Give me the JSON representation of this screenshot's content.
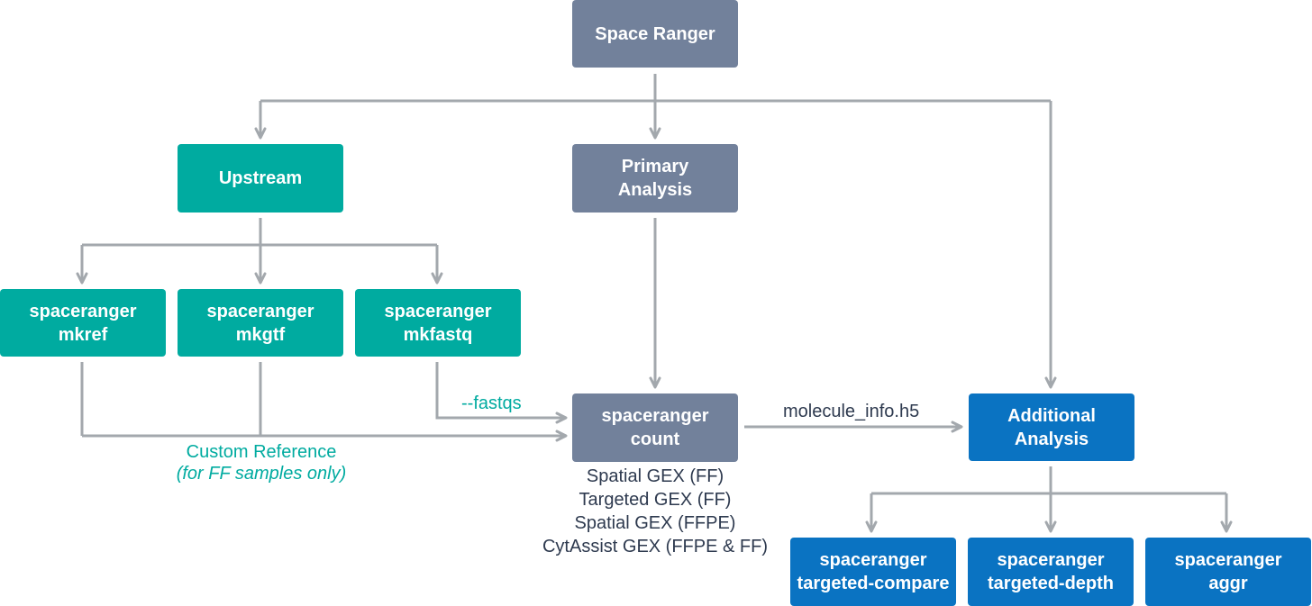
{
  "nodes": {
    "space_ranger": {
      "lines": [
        "Space Ranger"
      ]
    },
    "upstream": {
      "lines": [
        "Upstream"
      ]
    },
    "primary": {
      "lines": [
        "Primary",
        "Analysis"
      ]
    },
    "mkref": {
      "lines": [
        "spaceranger",
        "mkref"
      ]
    },
    "mkgtf": {
      "lines": [
        "spaceranger",
        "mkgtf"
      ]
    },
    "mkfastq": {
      "lines": [
        "spaceranger",
        "mkfastq"
      ]
    },
    "count": {
      "lines": [
        "spaceranger",
        "count"
      ]
    },
    "additional": {
      "lines": [
        "Additional",
        "Analysis"
      ]
    },
    "targeted_compare": {
      "lines": [
        "spaceranger",
        "targeted-compare"
      ]
    },
    "targeted_depth": {
      "lines": [
        "spaceranger",
        "targeted-depth"
      ]
    },
    "aggr": {
      "lines": [
        "spaceranger",
        "aggr"
      ]
    }
  },
  "edge_labels": {
    "fastqs": "--fastqs",
    "molecule_info": "molecule_info.h5",
    "custom_reference": "Custom Reference",
    "custom_reference_note": "(for FF samples only)"
  },
  "count_inputs": [
    "Spatial GEX (FF)",
    "Targeted GEX (FF)",
    "Spatial GEX (FFPE)",
    "CytAssist GEX (FFPE & FF)"
  ],
  "colors": {
    "gray_node": "#72819b",
    "teal_node": "#00aba0",
    "blue_node": "#0a73c2",
    "connector": "#a3a8ad",
    "dark_text": "#2e3a4f",
    "teal_text": "#00aba0"
  }
}
